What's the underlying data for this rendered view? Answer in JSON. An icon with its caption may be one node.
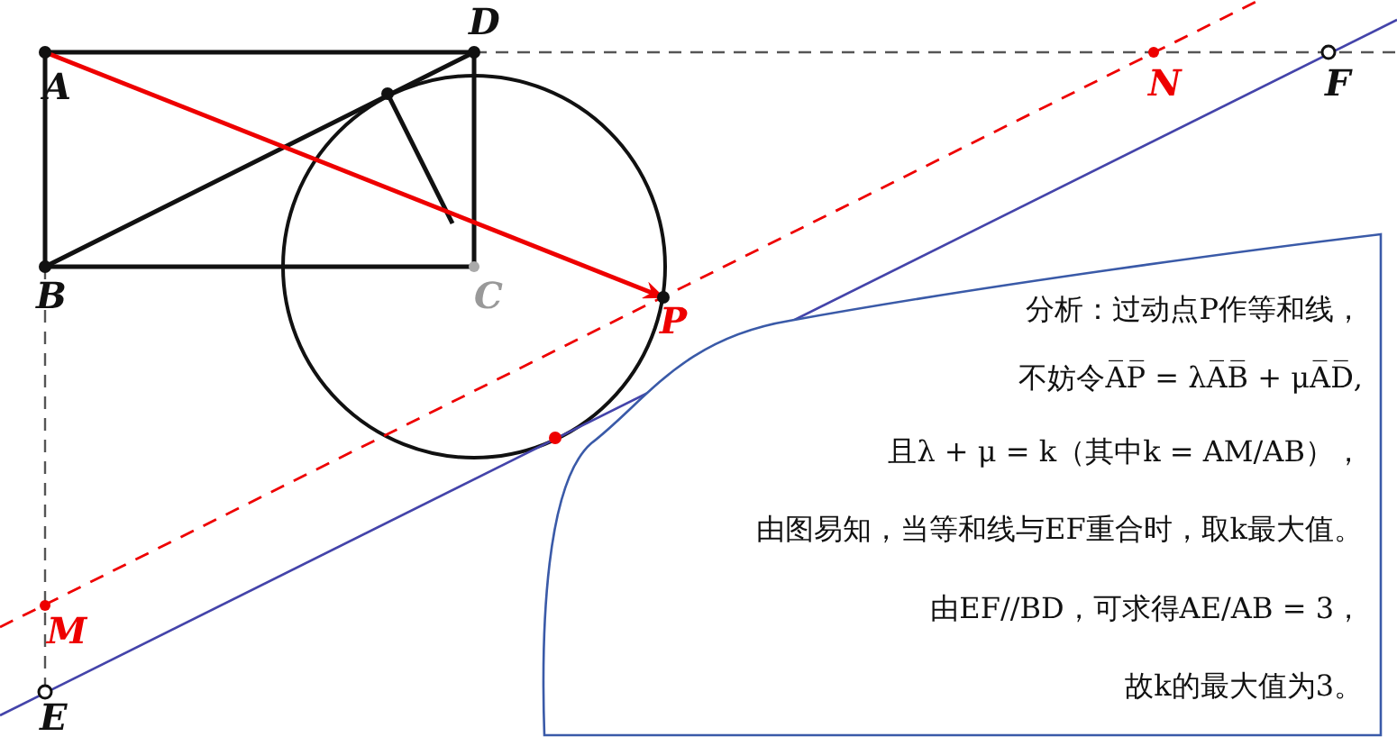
{
  "diagram": {
    "nodes": [
      {
        "text": [
          "分析：过动点P作等和线，",
          "不妨令A̅P̅ = λA̅B̅ + μA̅D̅,",
          "且λ + μ = k（其中k = AM/AB），",
          "由图易知，当等和线与EF重合时，取k最大值。",
          "由EF//BD，可求得AE/AB = 3，",
          "故k的最大值为3。"
        ]
      }
    ],
    "labels": [
      "D",
      "A",
      "N",
      "F",
      "B",
      "C",
      "P",
      "M",
      "E"
    ]
  }
}
